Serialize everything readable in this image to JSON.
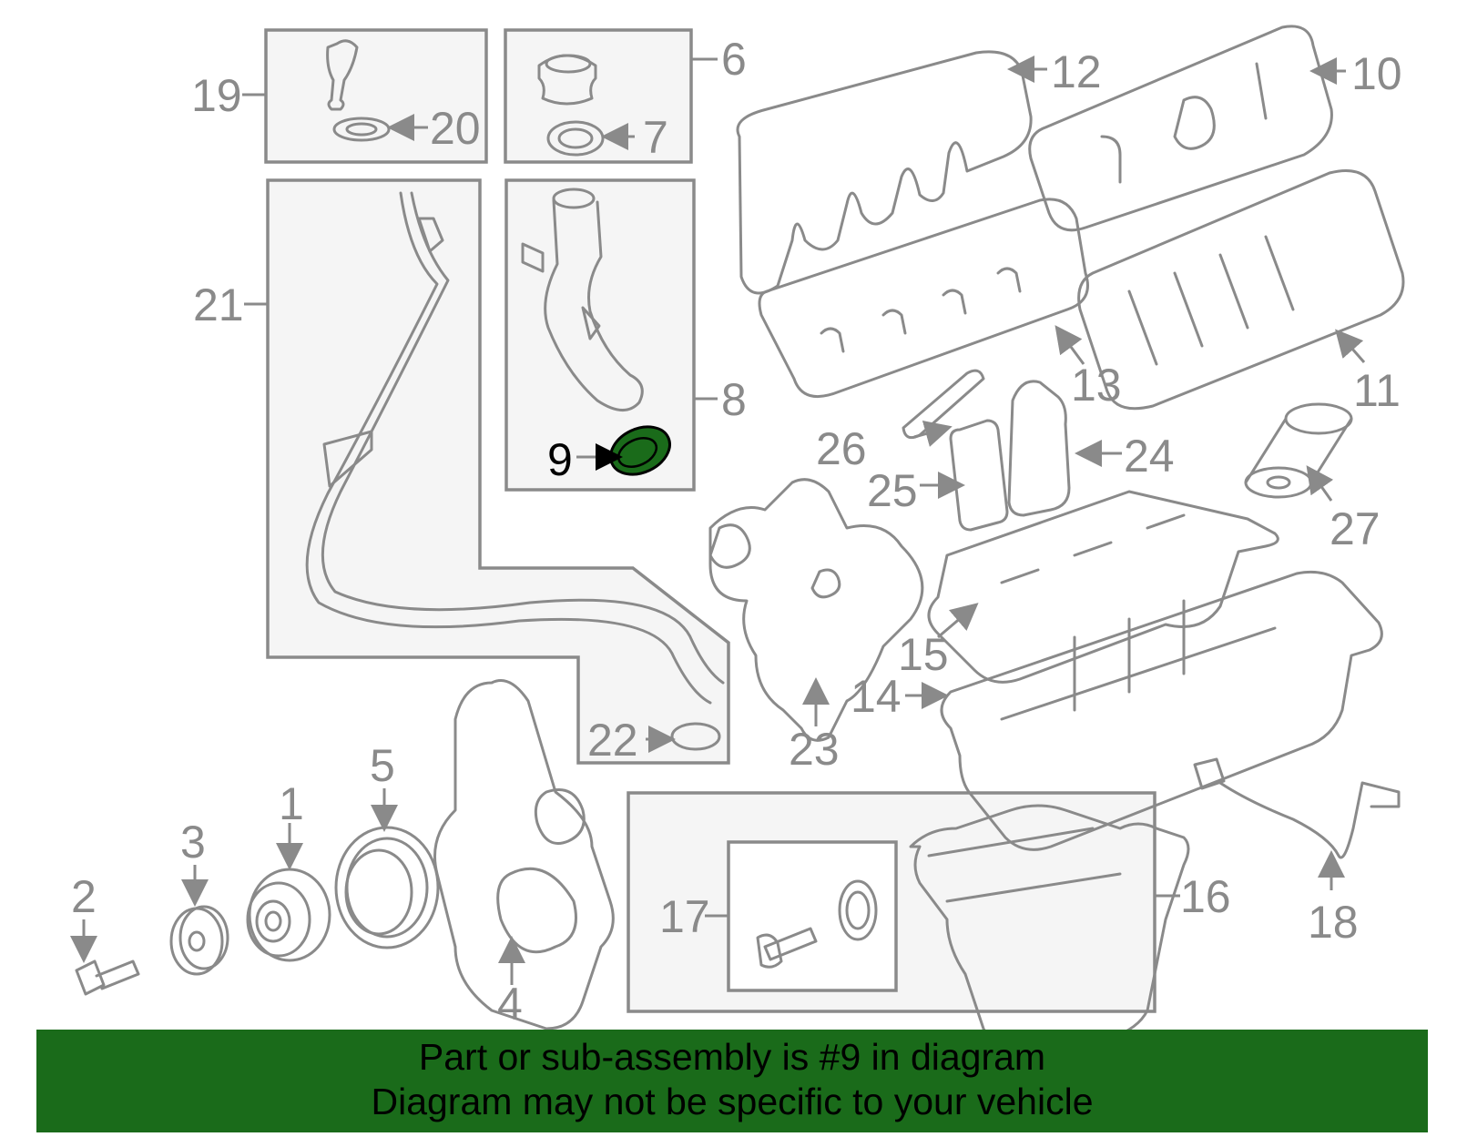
{
  "diagram": {
    "labels": {
      "l1": "1",
      "l2": "2",
      "l3": "3",
      "l4": "4",
      "l5": "5",
      "l6": "6",
      "l7": "7",
      "l8": "8",
      "l9": "9",
      "l10": "10",
      "l11": "11",
      "l12": "12",
      "l13": "13",
      "l14": "14",
      "l15": "15",
      "l16": "16",
      "l17": "17",
      "l18": "18",
      "l19": "19",
      "l20": "20",
      "l21": "21",
      "l22": "22",
      "l23": "23",
      "l24": "24",
      "l25": "25",
      "l26": "26",
      "l27": "27"
    },
    "highlight_part": "9",
    "colors": {
      "line": "#8a8a8a",
      "highlight_fill": "#1a6b1a",
      "banner": "#1a6b1a"
    }
  },
  "banner": {
    "line1": "Part or sub-assembly is #9 in diagram",
    "line2": "Diagram may not be specific to your vehicle"
  }
}
